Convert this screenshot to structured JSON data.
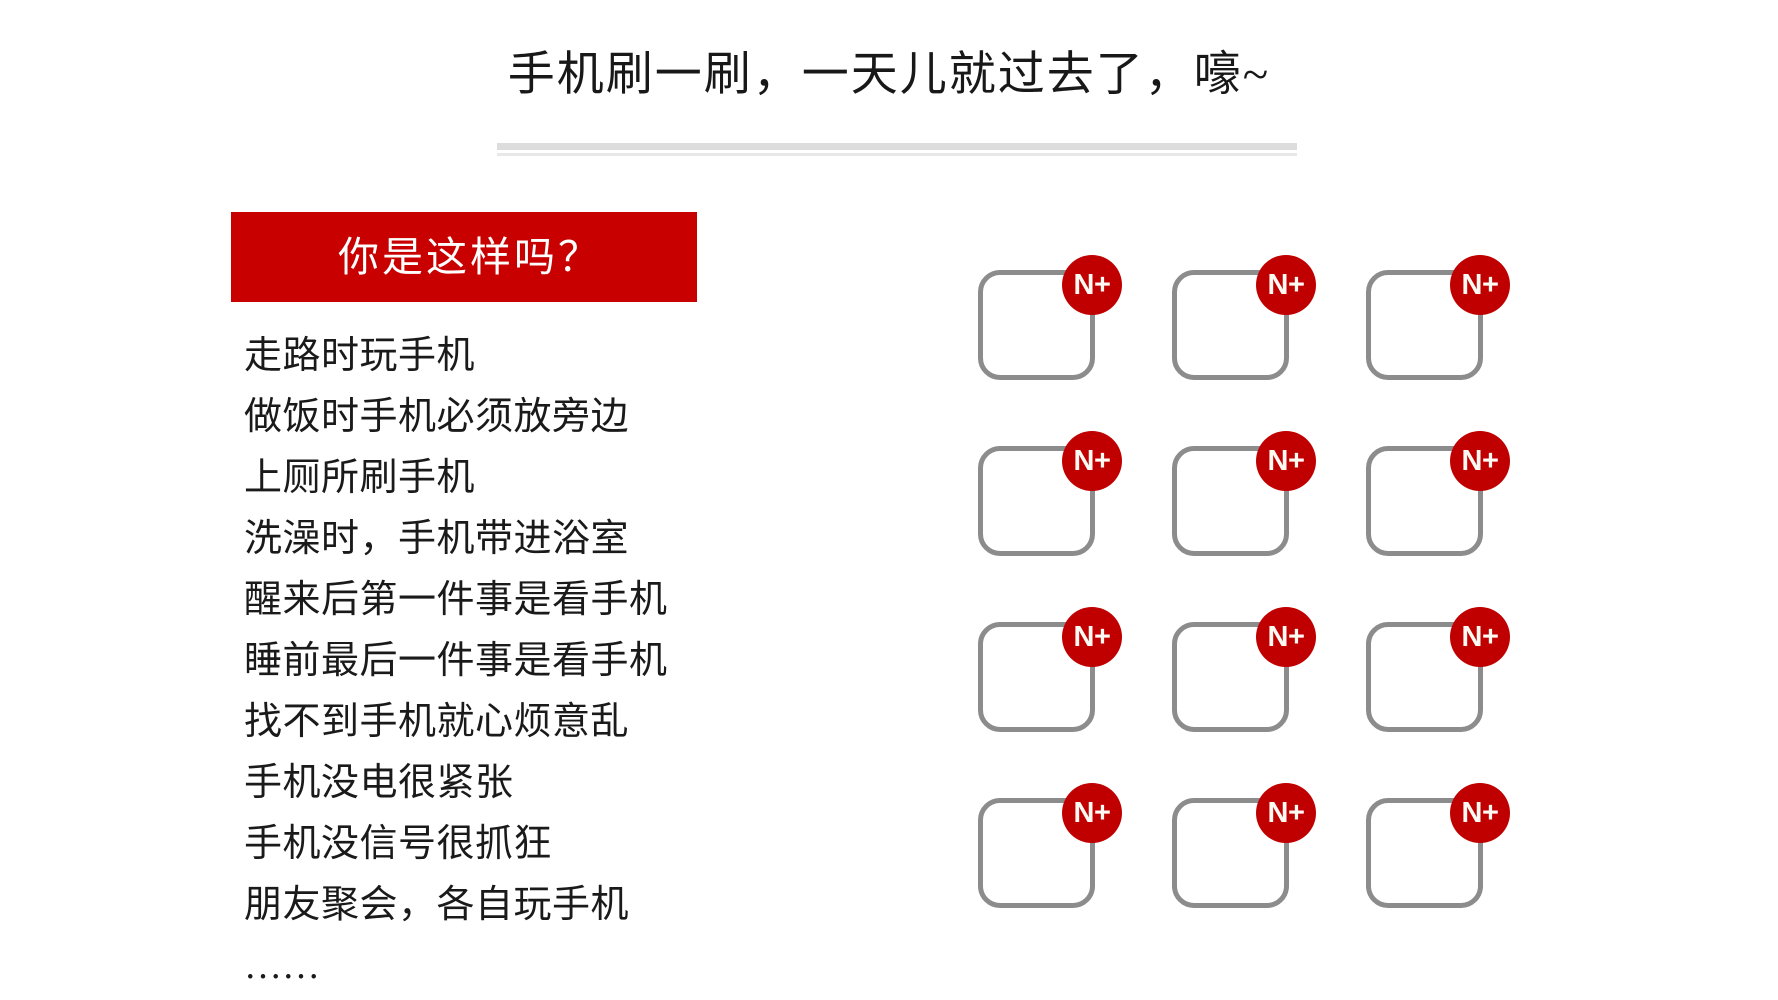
{
  "slide": {
    "title": "手机刷一刷，一天儿就过去了，嚎~",
    "background_color": "#ffffff"
  },
  "divider": {
    "color_thick": "#dddddd",
    "color_thin": "#e8e8e8"
  },
  "section": {
    "banner_label": "你是这样吗？",
    "banner_color": "#c80000",
    "banner_text_color": "#ffffff"
  },
  "habits": [
    {
      "text": "走路时玩手机"
    },
    {
      "text": "做饭时手机必须放旁边"
    },
    {
      "text": "上厕所刷手机"
    },
    {
      "text": "洗澡时，手机带进浴室"
    },
    {
      "text": "醒来后第一件事是看手机"
    },
    {
      "text": "睡前最后一件事是看手机"
    },
    {
      "text": "找不到手机就心烦意乱"
    },
    {
      "text": "手机没电很紧张"
    },
    {
      "text": "手机没信号很抓狂"
    },
    {
      "text": "朋友聚会，各自玩手机"
    },
    {
      "text": "……"
    }
  ],
  "icon_grid": {
    "columns": 3,
    "rows": 4,
    "tile_border_color": "#8c8c8c",
    "badge_color": "#c00000",
    "badge_text_color": "#fdfaf3",
    "tiles": [
      {
        "badge_label": "N+"
      },
      {
        "badge_label": "N+"
      },
      {
        "badge_label": "N+"
      },
      {
        "badge_label": "N+"
      },
      {
        "badge_label": "N+"
      },
      {
        "badge_label": "N+"
      },
      {
        "badge_label": "N+"
      },
      {
        "badge_label": "N+"
      },
      {
        "badge_label": "N+"
      },
      {
        "badge_label": "N+"
      },
      {
        "badge_label": "N+"
      },
      {
        "badge_label": "N+"
      }
    ]
  }
}
